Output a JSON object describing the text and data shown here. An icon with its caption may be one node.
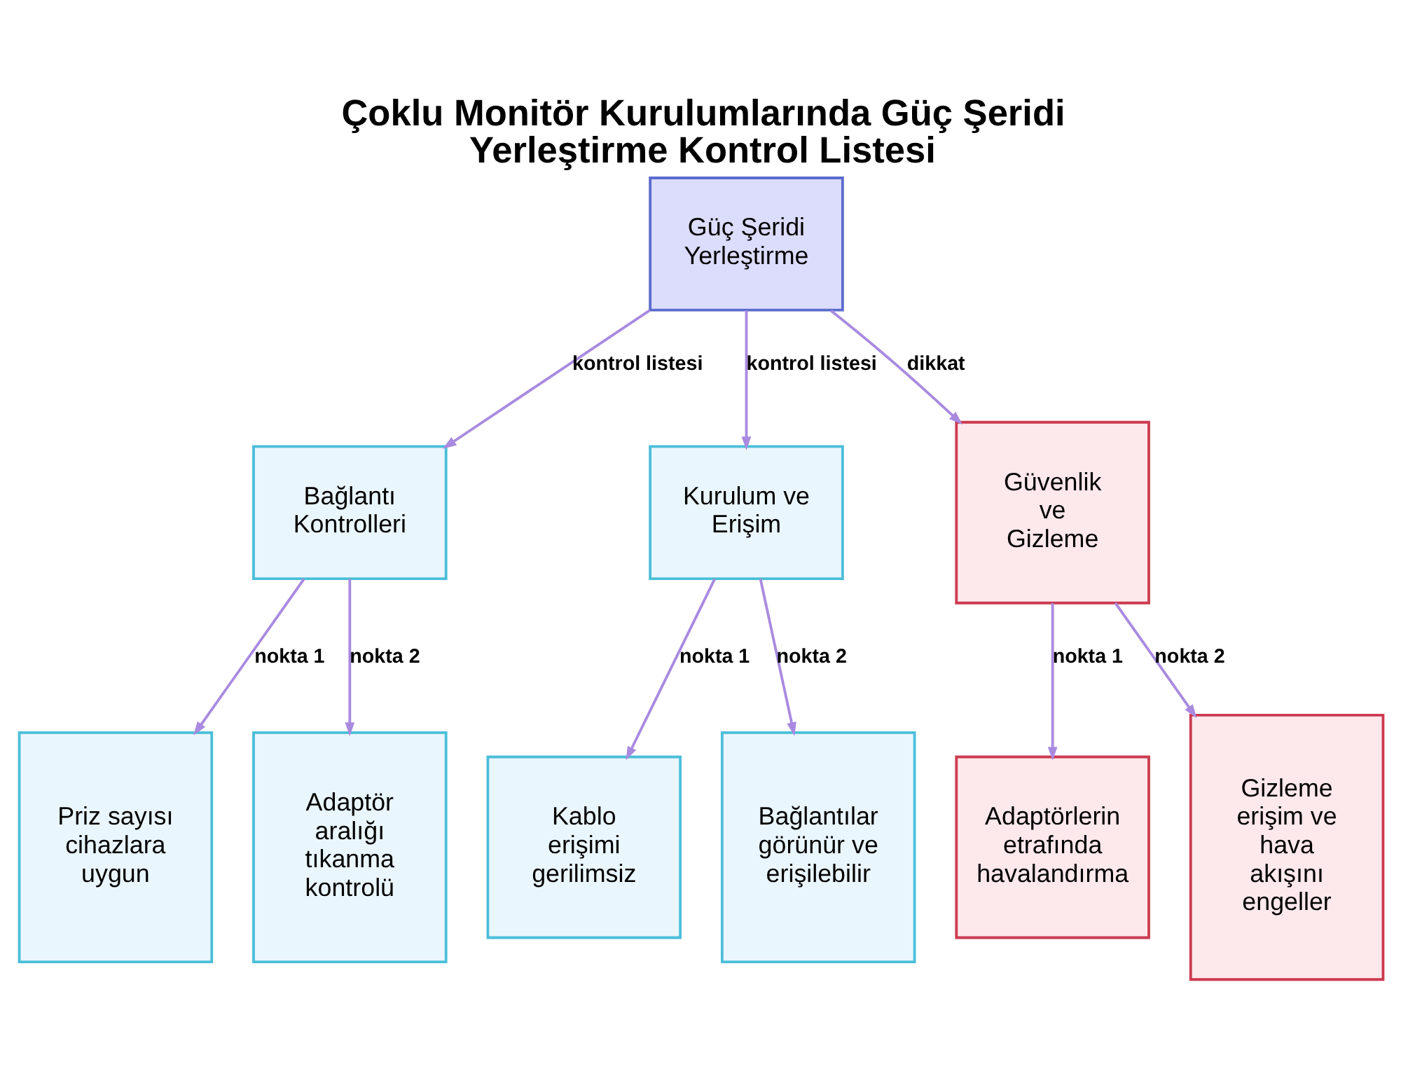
{
  "diagram": {
    "title": "Çoklu Monitör Kurulumlarında Güç Şeridi Yerleştirme Kontrol Listesi",
    "nodes": [
      {
        "text": [
          "Güç Şeridi Yerleştirme"
        ]
      },
      {
        "text": [
          "Bağlantı Kontrolleri"
        ]
      },
      {
        "text": [
          "Kurulum ve Erişim"
        ]
      },
      {
        "text": [
          "Güvenlik ve Gizleme"
        ]
      },
      {
        "text": [
          "Priz sayısı cihazlara uygun"
        ]
      },
      {
        "text": [
          "Adaptör aralığı tıkanma kontrolü"
        ]
      },
      {
        "text": [
          "Kablo erişimi gerilimsiz"
        ]
      },
      {
        "text": [
          "Bağlantılar görünür ve erişilebilir"
        ]
      },
      {
        "text": [
          "Adaptörlerin etrafında havalandırma"
        ]
      },
      {
        "text": [
          "Gizleme erişim ve hava akışını engeller"
        ]
      }
    ],
    "edges": [
      {
        "from": 0,
        "to": 1,
        "arrow": "to",
        "label": "kontrol listesi"
      },
      {
        "from": 0,
        "to": 2,
        "arrow": "to",
        "label": "kontrol listesi"
      },
      {
        "from": 0,
        "to": 3,
        "arrow": "to",
        "label": "dikkat"
      },
      {
        "from": 1,
        "to": 4,
        "arrow": "to",
        "label": "nokta 1"
      },
      {
        "from": 1,
        "to": 5,
        "arrow": "to",
        "label": "nokta 2"
      },
      {
        "from": 2,
        "to": 6,
        "arrow": "to",
        "label": "nokta 1"
      },
      {
        "from": 2,
        "to": 7,
        "arrow": "to",
        "label": "nokta 2"
      },
      {
        "from": 3,
        "to": 8,
        "arrow": "to",
        "label": "nokta 1"
      },
      {
        "from": 3,
        "to": 9,
        "arrow": "to",
        "label": "nokta 2"
      }
    ]
  }
}
